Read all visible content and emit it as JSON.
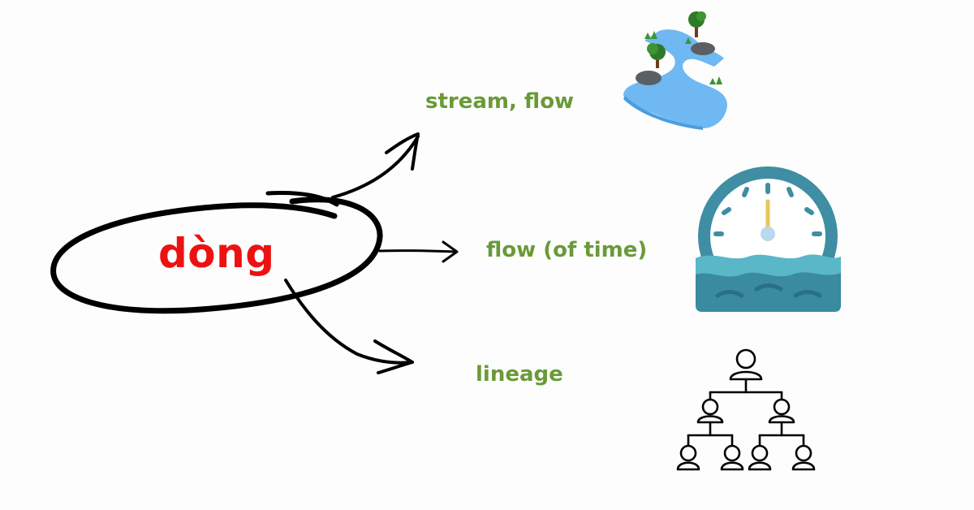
{
  "word": {
    "text": "dòng",
    "color": "#ee1111"
  },
  "meanings": [
    {
      "text": "stream, flow",
      "icon": "river-icon"
    },
    {
      "text": "flow (of time)",
      "icon": "water-gauge-icon"
    },
    {
      "text": "lineage",
      "icon": "family-tree-icon"
    }
  ],
  "colors": {
    "meaning_text": "#6a9a38",
    "ink": "#000000",
    "water": "#6fb8f2",
    "gauge_teal": "#3f8ea3",
    "gauge_water": "#5ab7c8",
    "needle": "#e6c75a"
  }
}
